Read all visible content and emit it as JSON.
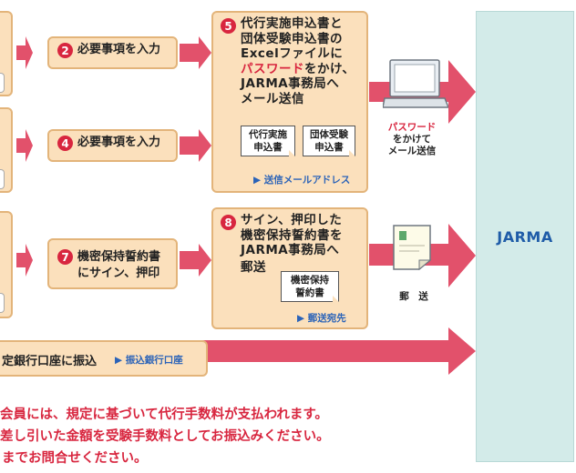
{
  "steps": {
    "s2": {
      "num": "2",
      "text": "必要事項を入力"
    },
    "s4": {
      "num": "4",
      "text": "必要事項を入力"
    },
    "s5": {
      "num": "5",
      "l1": "代行実施申込書と",
      "l2": "団体受験申込書の",
      "l3": "Excelファイルに",
      "l4_red": "パスワード",
      "l4_rest": "をかけ、",
      "l5": "JARMA事務局へ",
      "l6": "メール送信",
      "doc1_l1": "代行実施",
      "doc1_l2": "申込書",
      "doc2_l1": "団体受験",
      "doc2_l2": "申込書",
      "link": "▶ 送信メールアドレス"
    },
    "s7": {
      "num": "7",
      "l1": "機密保持誓約書",
      "l2": "にサイン、押印"
    },
    "s8": {
      "num": "8",
      "l1": "サイン、押印した",
      "l2": "機密保持誓約書を",
      "l3": "JARMA事務局へ",
      "l4": "郵送",
      "doc_l1": "機密保持",
      "doc_l2": "誓約書",
      "link": "▶ 郵送宛先"
    }
  },
  "mail_caption": {
    "red": "パスワード",
    "l2": "をかけて",
    "l3": "メール送信"
  },
  "post_caption": "郵　送",
  "bank": {
    "text": "定銀行口座に振込",
    "link": "▶ 振込銀行口座"
  },
  "jarma": "JARMA",
  "notes": [
    "会員には、規定に基づいて代行手数料が支払われます。",
    "差し引いた金額を受験手数料としてお振込みください。",
    "までお問合せください。"
  ],
  "colors": {
    "flow": "#e2516b",
    "box": "#fbe0bc",
    "badge": "#d8263f",
    "jarma_bg": "#d3ebe9",
    "link": "#2b63b8"
  }
}
